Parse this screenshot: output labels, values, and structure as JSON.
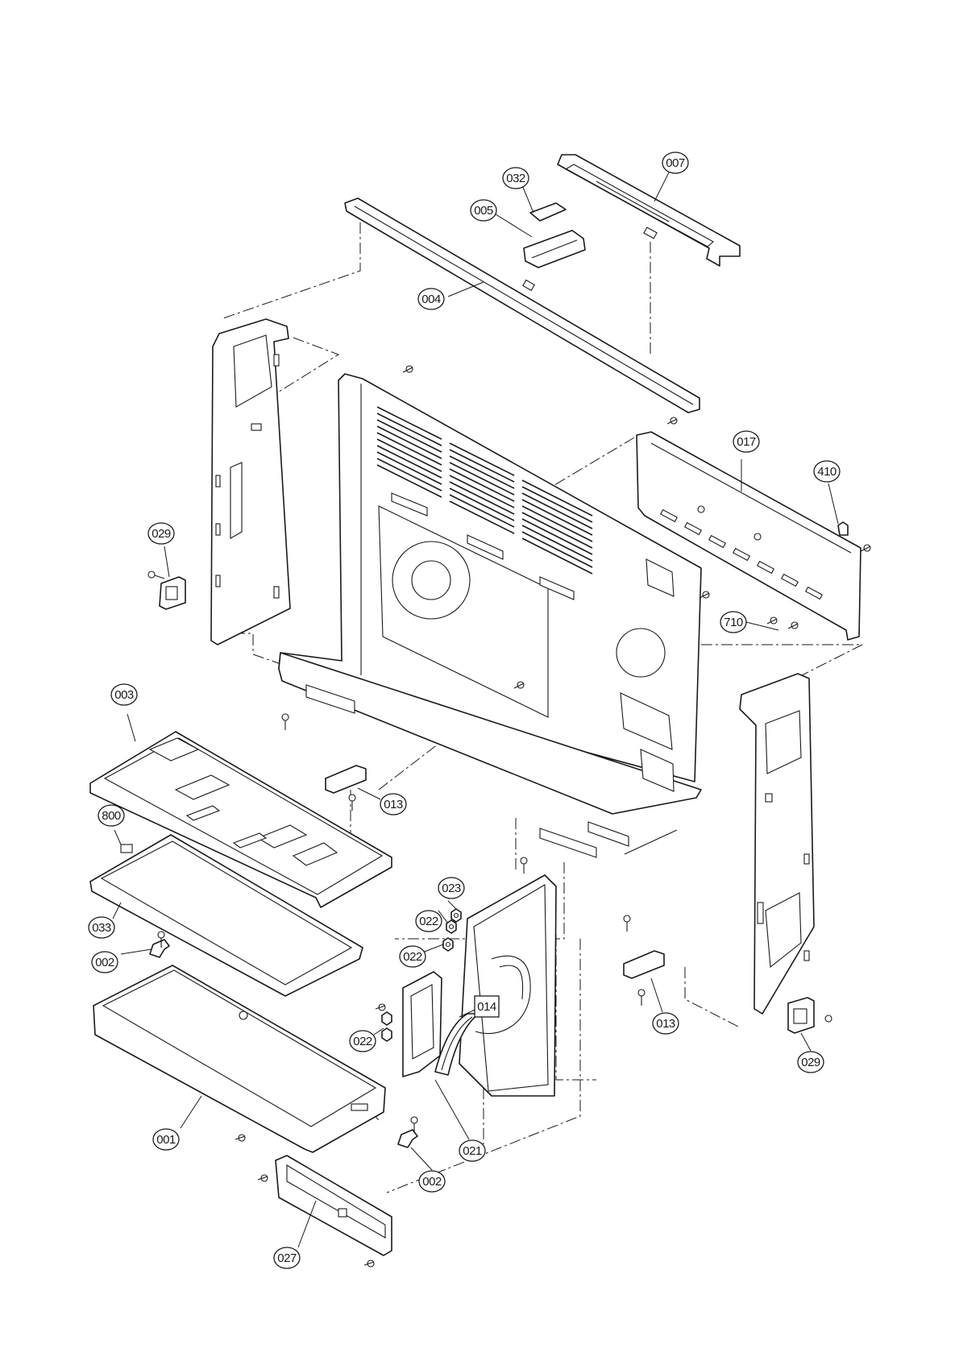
{
  "diagram": {
    "callouts": {
      "p032": "032",
      "p007": "007",
      "p005": "005",
      "p004": "004",
      "p017": "017",
      "p410": "410",
      "p029a": "029",
      "p710": "710",
      "p003": "003",
      "p013a": "013",
      "p800": "800",
      "p023": "023",
      "p022a": "022",
      "p022b": "022",
      "p033": "033",
      "p002a": "002",
      "p014": "014",
      "p013b": "013",
      "p022c": "022",
      "p029b": "029",
      "p001": "001",
      "p021": "021",
      "p002b": "002",
      "p027": "027"
    }
  }
}
